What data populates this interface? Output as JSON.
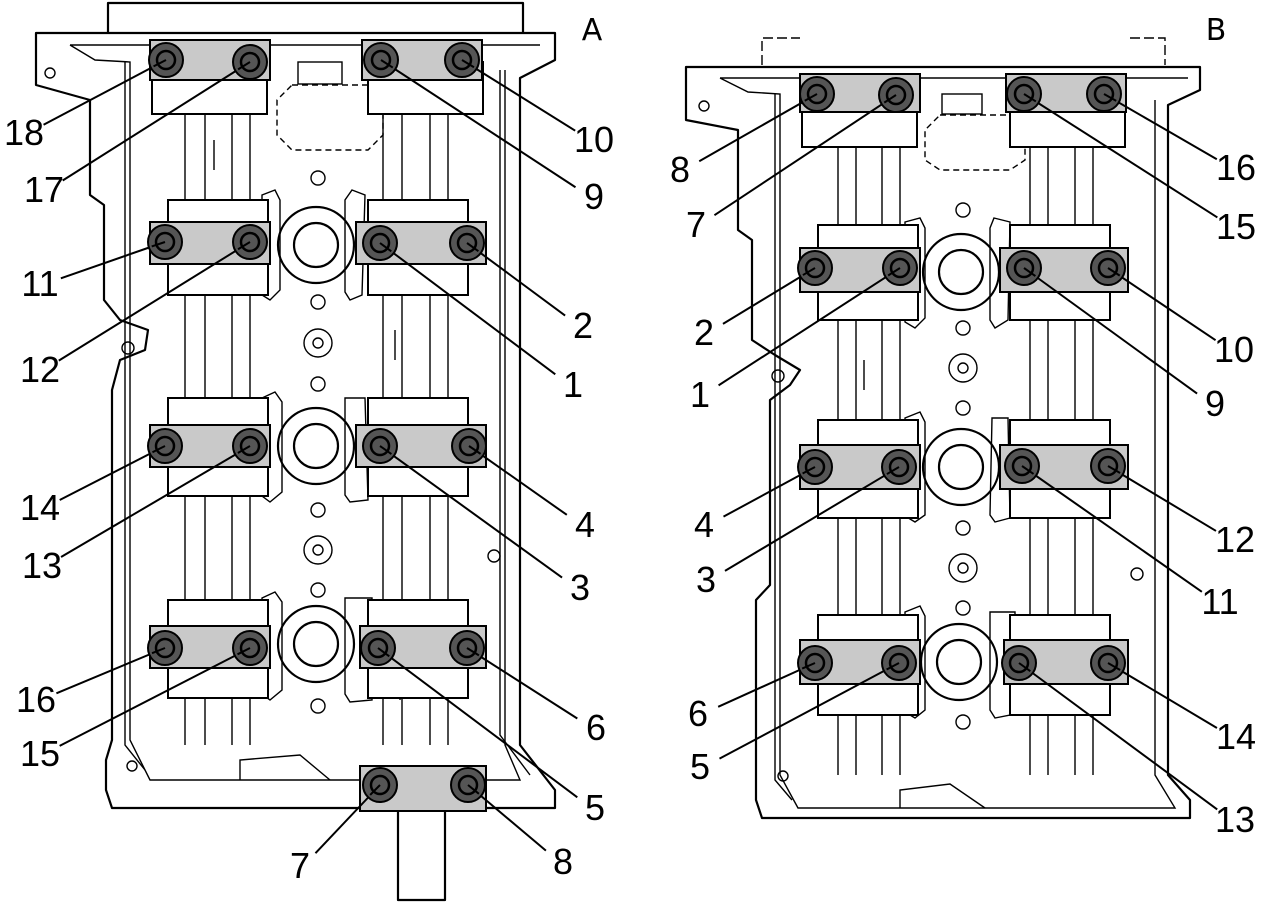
{
  "panels": [
    {
      "letter": "A",
      "bolts": [
        {
          "num": "1"
        },
        {
          "num": "2"
        },
        {
          "num": "3"
        },
        {
          "num": "4"
        },
        {
          "num": "5"
        },
        {
          "num": "6"
        },
        {
          "num": "7"
        },
        {
          "num": "8"
        },
        {
          "num": "9"
        },
        {
          "num": "10"
        },
        {
          "num": "11"
        },
        {
          "num": "12"
        },
        {
          "num": "13"
        },
        {
          "num": "14"
        },
        {
          "num": "15"
        },
        {
          "num": "16"
        },
        {
          "num": "17"
        },
        {
          "num": "18"
        }
      ]
    },
    {
      "letter": "B",
      "bolts": [
        {
          "num": "1"
        },
        {
          "num": "2"
        },
        {
          "num": "3"
        },
        {
          "num": "4"
        },
        {
          "num": "5"
        },
        {
          "num": "6"
        },
        {
          "num": "7"
        },
        {
          "num": "8"
        },
        {
          "num": "9"
        },
        {
          "num": "10"
        },
        {
          "num": "11"
        },
        {
          "num": "12"
        },
        {
          "num": "13"
        },
        {
          "num": "14"
        },
        {
          "num": "15"
        },
        {
          "num": "16"
        }
      ]
    }
  ],
  "colors": {
    "cap_fill": "#c9c9c9",
    "bolt_fill": "#555555",
    "line": "#000000"
  }
}
